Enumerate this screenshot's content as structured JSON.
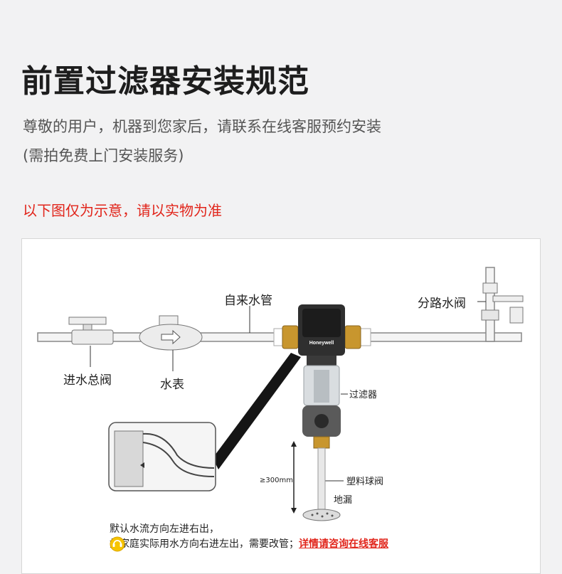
{
  "colors": {
    "title": "#1d1d1d",
    "body_text": "#555555",
    "accent_red": "#e1251b",
    "pipe": "#8a8a8a",
    "brass": "#c8962e",
    "filter_head": "#2f2f2f",
    "badge_yellow": "#f6c400"
  },
  "header": {
    "title": "前置过滤器安装规范",
    "intro_line1": "尊敬的用户，机器到您家后，请联系在线客服预约安装",
    "intro_line2": "(需拍免费上门安装服务)"
  },
  "notice": {
    "text": "以下图仅为示意，请以实物为准"
  },
  "diagram": {
    "labels": {
      "tap_pipe": "自来水管",
      "branch_valve": "分路水阀",
      "main_valve": "进水总阀",
      "meter": "水表",
      "filter": "过滤器",
      "clearance": "≥300mm",
      "ball_valve": "塑料球阀",
      "floor_drain": "地漏",
      "brand": "Honeywell"
    },
    "footer_line1": "默认水流方向左进右出，",
    "footer_line2_prefix": "如家庭实际用水方向右进左出，需要改管；",
    "footer_link": "详情请咨询在线客服",
    "icons": [
      "customer-service-icon"
    ]
  }
}
